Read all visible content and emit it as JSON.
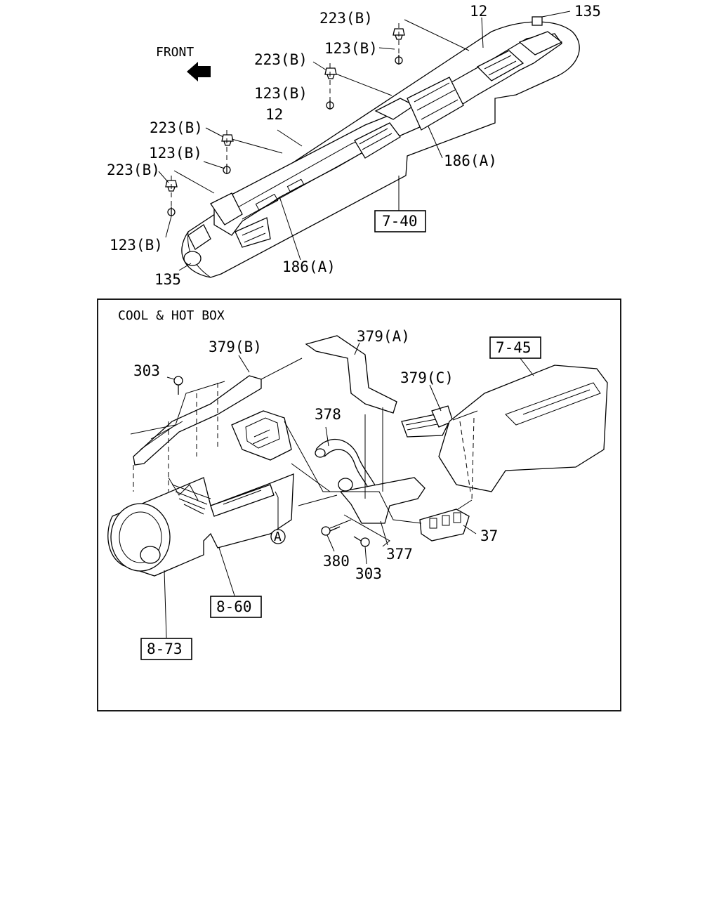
{
  "top_labels": {
    "front": "FRONT",
    "l_223b_1": "223(B)",
    "l_123b_1": "123(B)",
    "l_223b_2": "223(B)",
    "l_123b_2": "123(B)",
    "l_223b_3": "223(B)",
    "l_123b_3": "123(B)",
    "l_223b_4": "223(B)",
    "l_123b_4": "123(B)",
    "l_12_a": "12",
    "l_12_b": "12",
    "l_135_a": "135",
    "l_135_b": "135",
    "l_186a_a": "186(A)",
    "l_186a_b": "186(A)",
    "ref_7_40": "7-40"
  },
  "box": {
    "title": "COOL & HOT BOX",
    "l_303_a": "303",
    "l_303_b": "303",
    "l_379b": "379(B)",
    "l_379a": "379(A)",
    "l_379c": "379(C)",
    "l_378": "378",
    "l_377": "377",
    "l_37": "37",
    "l_380": "380",
    "l_a": "A",
    "ref_7_45": "7-45",
    "ref_8_60": "8-60",
    "ref_8_73": "8-73"
  }
}
